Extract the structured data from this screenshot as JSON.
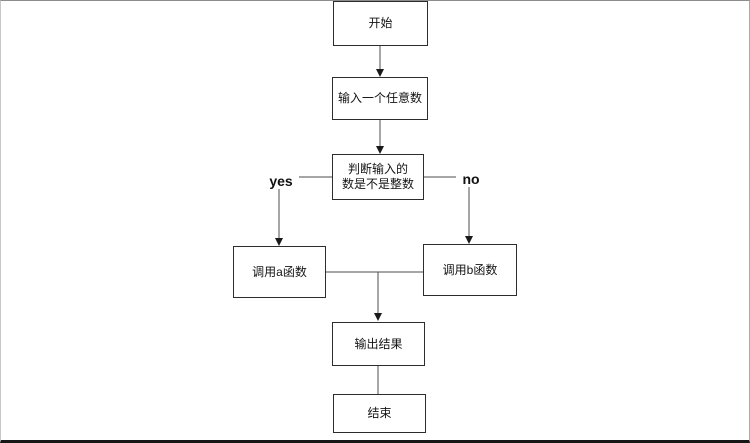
{
  "diagram": {
    "type": "flowchart",
    "nodes": {
      "start": {
        "label": "开始"
      },
      "input": {
        "label": "输入一个任意数"
      },
      "decision": {
        "label": "判断输入的\n数是不是整数"
      },
      "call_a": {
        "label": "调用a函数"
      },
      "call_b": {
        "label": "调用b函数"
      },
      "output": {
        "label": "输出结果"
      },
      "end": {
        "label": "结束"
      }
    },
    "edge_labels": {
      "yes": "yes",
      "no": "no"
    },
    "colors": {
      "background": "#ffffff",
      "node_border": "#2d2d2d",
      "connector": "#4d4d4d",
      "arrowhead": "#1a1a1a",
      "text": "#141414",
      "frame_border": "#a8a8a8",
      "frame_bottom": "#161616"
    }
  }
}
